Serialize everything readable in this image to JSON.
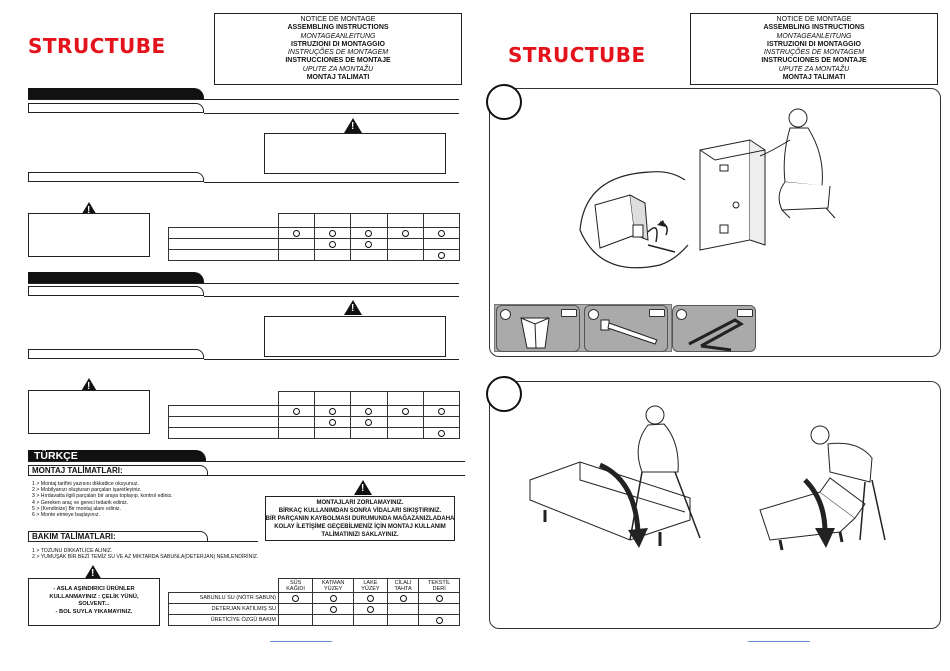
{
  "brand": "STRUCTUBE",
  "notice_lines": [
    {
      "text": "NOTICE DE MONTAGE",
      "style": "n"
    },
    {
      "text": "ASSEMBLING INSTRUCTIONS",
      "style": "b"
    },
    {
      "text": "MONTAGEANLEITUNG",
      "style": "i"
    },
    {
      "text": "ISTRUZIONI DI MONTAGGIO",
      "style": "b"
    },
    {
      "text": "INSTRUÇÕES DE MONTAGEM",
      "style": "i"
    },
    {
      "text": "INSTRUCCIONES DE MONTAJE",
      "style": "b"
    },
    {
      "text": "UPUTE ZA MONTAŽU",
      "style": "i"
    },
    {
      "text": "MONTAJ TALIMATI",
      "style": "b"
    }
  ],
  "turkce": {
    "section_title": "TÜRKÇE",
    "montaj_title": "MONTAJ TALİMATLARI:",
    "montaj_steps": [
      "1 > Montaj tarifini yazısını dikkatlice okuyunuz.",
      "2 > Mobilyanızı oluşturan parçaları işaretleyiniz.",
      "3 > Hırdavatta ilgili parçaları bir araya toplayıp, kontrol ediniz.",
      "4 > Gereken araç ve gereci tedarik ediniz.",
      "5 > (Kendinize) Bir montaj alanı ediniz.",
      "6 > Monte etmeye başlayınız."
    ],
    "montaj_warning": [
      "MONTAJLARI ZORLAMAYINIZ.",
      "BİRKAÇ KULLANIMDAN SONRA VİDALARI SIKIŞTIRINIZ.",
      "BİR PARÇANIN KAYBOLMASI DURUMUNDA MAĞAZANIZLADAHA",
      "KOLAY İLETİŞİME GEÇEBİLMENİZ İÇİN MONTAJ KULLANIM",
      "TALİMATINIZI SAKLAYINIZ."
    ],
    "bakim_title": "BAKIM TALİMATLARI:",
    "bakim_steps": [
      "1 > TOZUNU DİKKATLİCE ALINIZ.",
      "2 > YUMUŞAK BİR BEZİ TEMİZ SU VE AZ MİKTARDA SABUNLA(DETERJAN) NEMLENDİRİNİZ."
    ],
    "bakim_warning": [
      "- ASLA AŞINDIRICI ÜRÜNLER",
      "KULLANMAYINIZ : ÇELİK YÜNÜ,",
      "SOLVENT...",
      "- BOL SUYLA YIKAMAYINIZ."
    ],
    "care_headers": [
      [
        "SÜS",
        "KAĞIDI"
      ],
      [
        "KATMAN",
        "YÜZEY"
      ],
      [
        "LAKE",
        "YÜZEY"
      ],
      [
        "CİLALI",
        "TAHTA"
      ],
      [
        "TEKSTİL",
        "DERİ"
      ]
    ],
    "care_rows": [
      {
        "label": "SABUNLU SU (NÖTR SABUN)",
        "marks": [
          1,
          1,
          1,
          1,
          1
        ]
      },
      {
        "label": "DETERJAN KATILMIŞ SU",
        "marks": [
          0,
          1,
          1,
          0,
          0
        ]
      },
      {
        "label": "ÜRETİCİYE ÖZGÜ BAKIM",
        "marks": [
          0,
          0,
          0,
          0,
          1
        ]
      }
    ]
  },
  "blank_care_marks": [
    [
      1,
      1,
      1,
      1,
      1
    ],
    [
      0,
      1,
      1,
      0,
      0
    ],
    [
      0,
      0,
      0,
      0,
      1
    ]
  ],
  "icons": {
    "warning": "warning-triangle-icon",
    "step_badge": "step-number-badge"
  }
}
